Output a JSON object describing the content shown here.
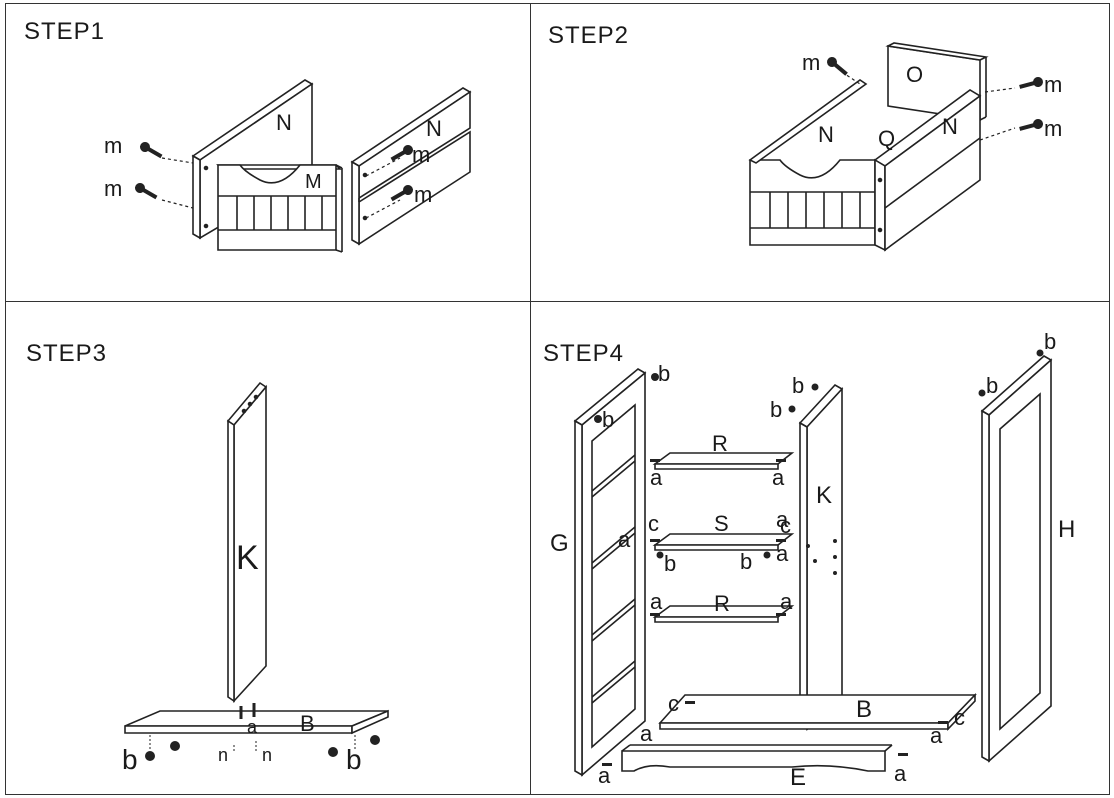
{
  "steps": [
    {
      "title": "STEP1"
    },
    {
      "title": "STEP2"
    },
    {
      "title": "STEP3"
    },
    {
      "title": "STEP4"
    }
  ],
  "step1": {
    "labels": {
      "n1": "N",
      "m_panel": "M",
      "n2": "N",
      "screw1": "m",
      "screw2": "m",
      "screw3": "m",
      "screw4": "m"
    }
  },
  "step2": {
    "labels": {
      "o": "O",
      "n_left": "N",
      "q": "Q",
      "n_right": "N",
      "screw_top": "m",
      "screw_r1": "m",
      "screw_r2": "m"
    }
  },
  "step3": {
    "labels": {
      "k": "K",
      "b_board": "B",
      "a": "a",
      "n_left": "n",
      "n_right": "n",
      "b_left": "b",
      "b_right": "b"
    }
  },
  "step4": {
    "labels": {
      "g": "G",
      "k": "K",
      "h": "H",
      "b_board": "B",
      "e": "E",
      "r_top": "R",
      "s": "S",
      "r_mid": "R",
      "b1": "b",
      "b2": "b",
      "b3": "b",
      "b4": "b",
      "b5": "b",
      "b6": "b",
      "b7": "b",
      "b8": "b",
      "a1": "a",
      "a2": "a",
      "a3": "a",
      "a4": "a",
      "a5": "a",
      "a6": "a",
      "a7": "a",
      "a8": "a",
      "a9": "a",
      "a10": "a",
      "a11": "a",
      "c1": "c",
      "c2": "c",
      "c3": "c",
      "c4": "c"
    }
  }
}
